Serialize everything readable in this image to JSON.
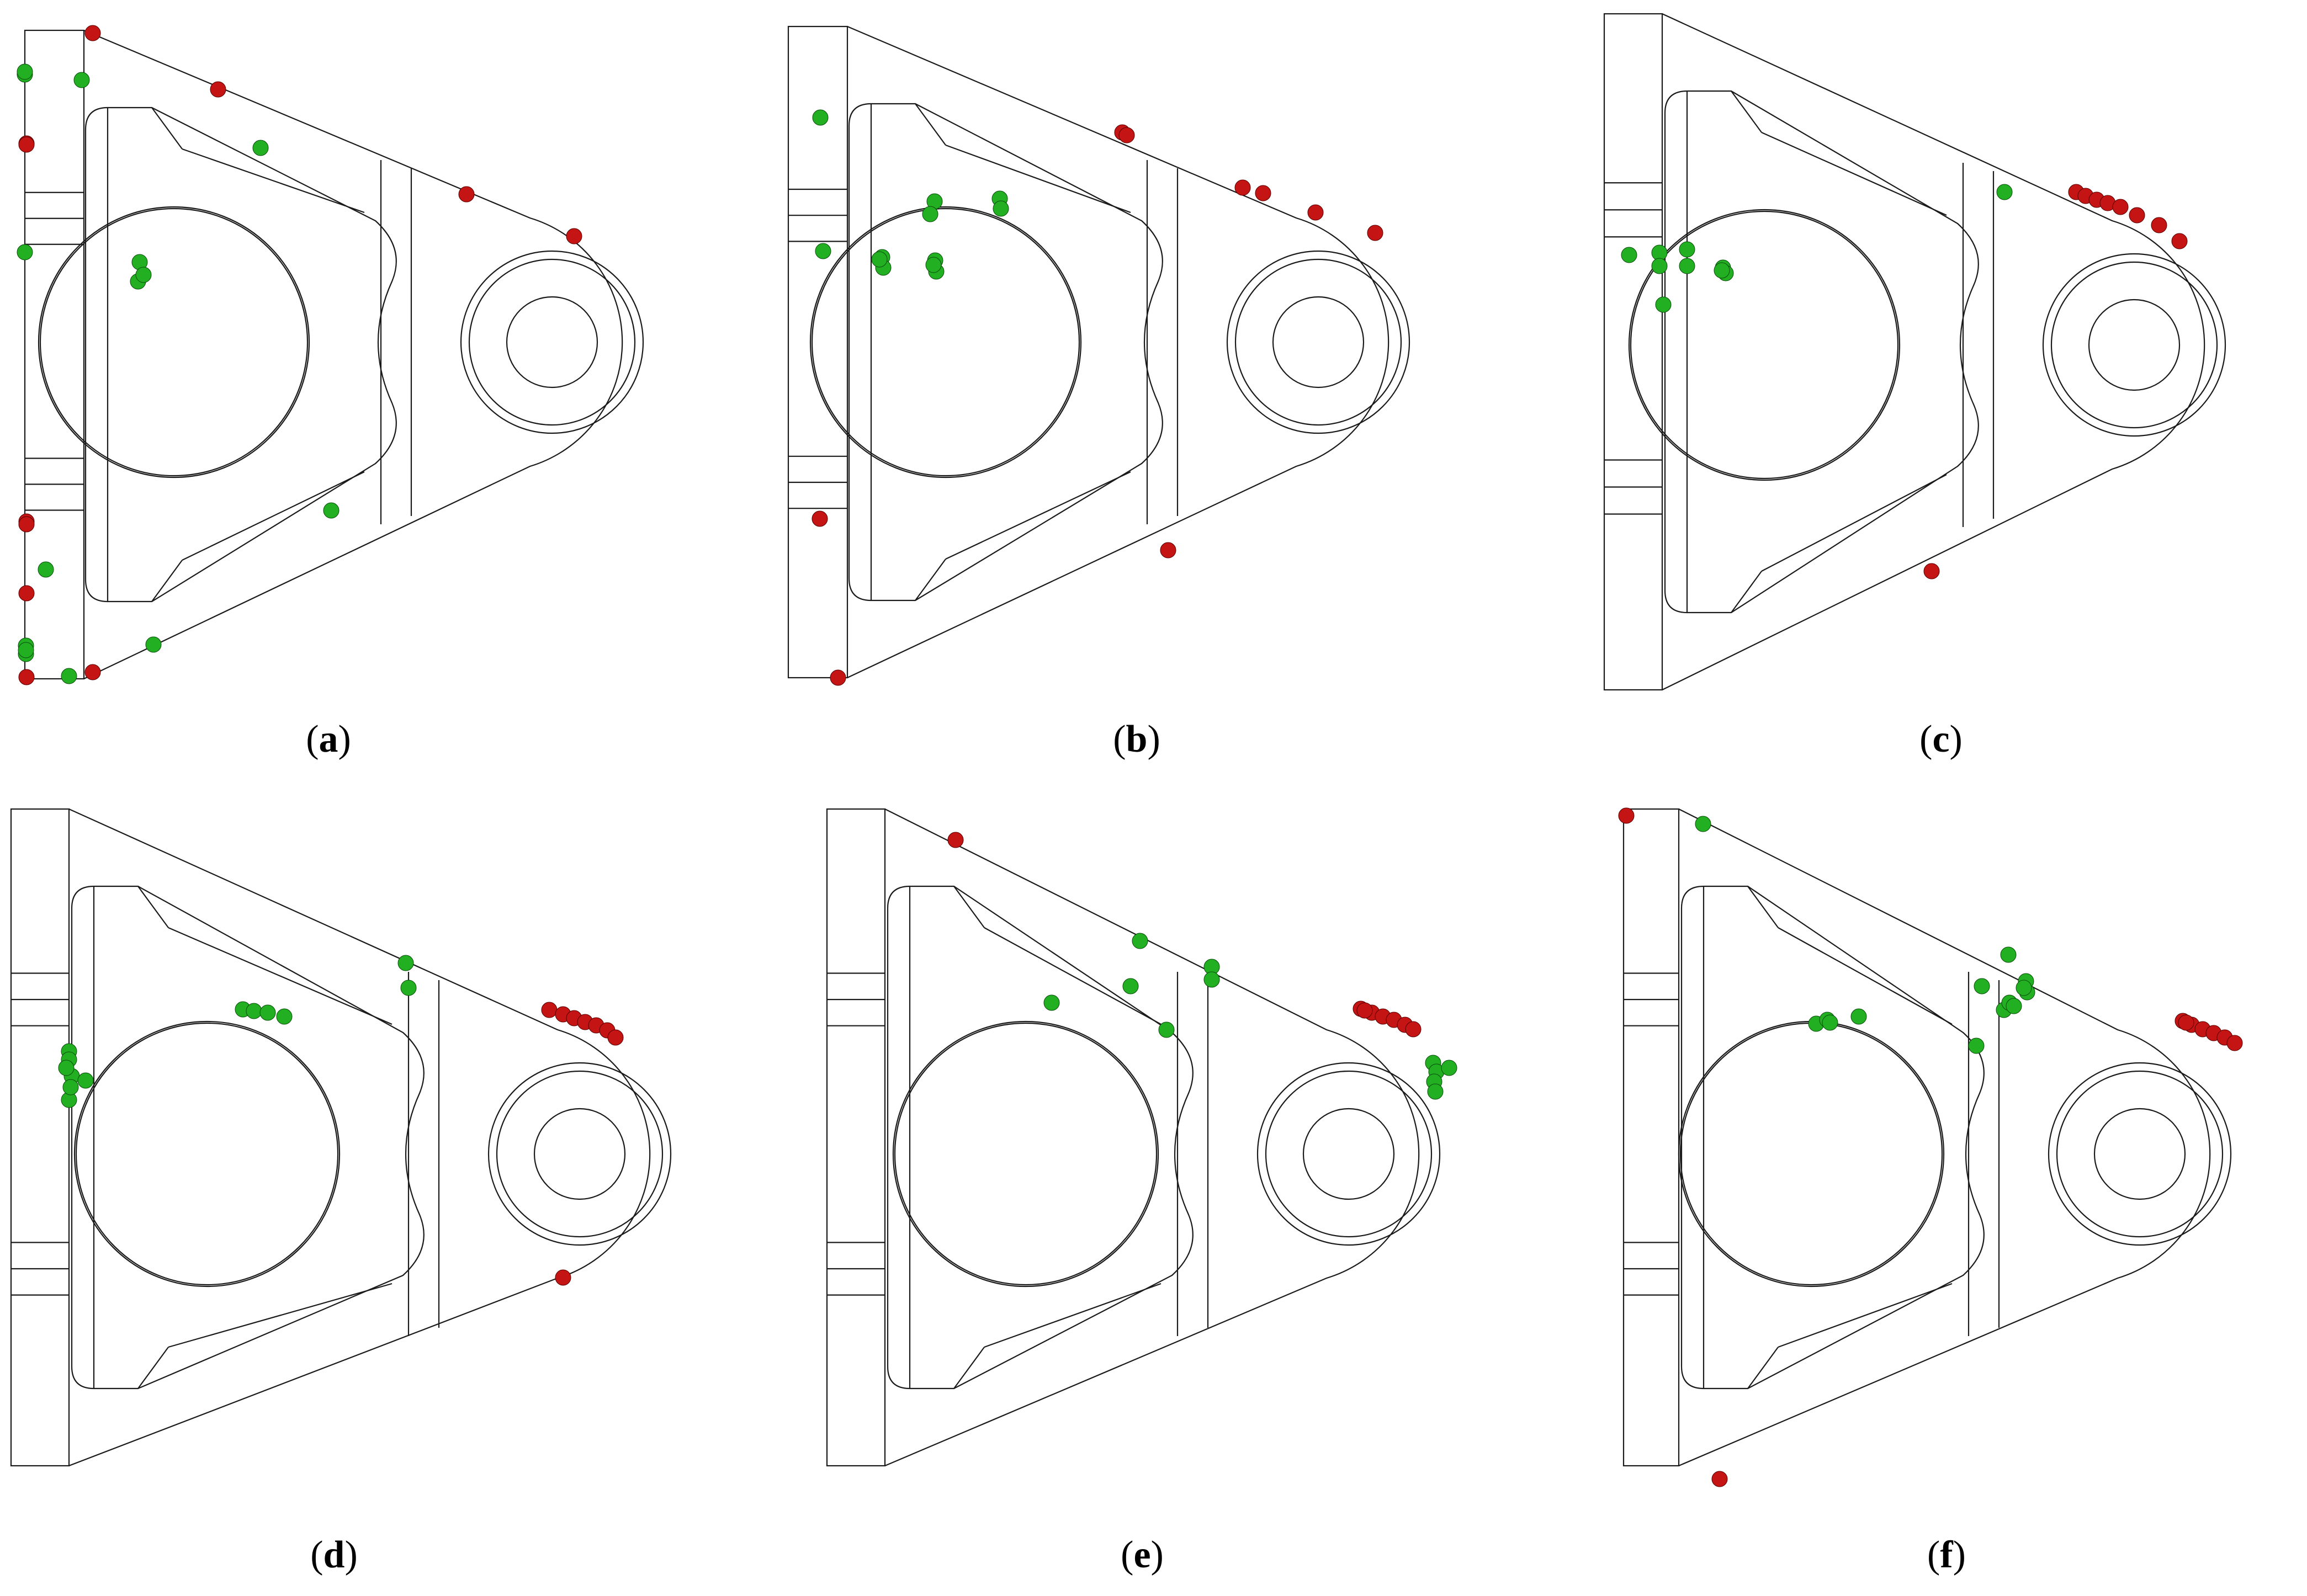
{
  "figure": {
    "panels": [
      {
        "id": "a",
        "label": "a",
        "green_points": 15,
        "red_points": 11
      },
      {
        "id": "b",
        "label": "b",
        "green_points": 12,
        "red_points": 9
      },
      {
        "id": "c",
        "label": "c",
        "green_points": 10,
        "red_points": 9
      },
      {
        "id": "d",
        "label": "d",
        "green_points": 13,
        "red_points": 8
      },
      {
        "id": "e",
        "label": "e",
        "green_points": 11,
        "red_points": 8
      },
      {
        "id": "f",
        "label": "f",
        "green_points": 14,
        "red_points": 9
      }
    ],
    "colors": {
      "green_marker": "#22b022",
      "red_marker": "#c41414",
      "outline": "#1a1a1a"
    }
  }
}
